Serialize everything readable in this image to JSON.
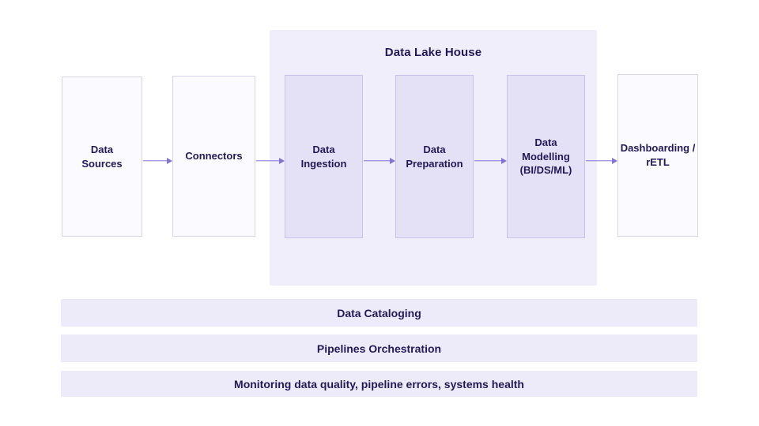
{
  "colors": {
    "text": "#241956",
    "arrow": "#8173d2",
    "lakehouse_bg": "#f0eefb",
    "inner_box_bg": "#e4e0f6",
    "inner_box_border": "#c9c3ec",
    "outer_box_bg": "#fbfaff",
    "outer_box_border": "#d9d5e9",
    "bar_bg": "#edebf9",
    "page_bg": "#ffffff"
  },
  "lakehouse": {
    "title": "Data Lake House"
  },
  "nodes": [
    {
      "id": "data-sources",
      "label": "Data\nSources"
    },
    {
      "id": "connectors",
      "label": "Connectors"
    },
    {
      "id": "data-ingestion",
      "label": "Data\nIngestion"
    },
    {
      "id": "data-preparation",
      "label": "Data\nPreparation"
    },
    {
      "id": "data-modelling",
      "label": "Data\nModelling\n(BI/DS/ML)"
    },
    {
      "id": "dashboarding-retl",
      "label": "Dashboarding /\nrETL"
    }
  ],
  "arrows": [
    {
      "from": "data-sources",
      "to": "connectors"
    },
    {
      "from": "connectors",
      "to": "data-ingestion"
    },
    {
      "from": "data-ingestion",
      "to": "data-preparation"
    },
    {
      "from": "data-preparation",
      "to": "data-modelling"
    },
    {
      "from": "data-modelling",
      "to": "dashboarding-retl"
    }
  ],
  "bars": [
    {
      "label": "Data Cataloging"
    },
    {
      "label": "Pipelines Orchestration"
    },
    {
      "label": "Monitoring data quality, pipeline errors, systems health"
    }
  ]
}
